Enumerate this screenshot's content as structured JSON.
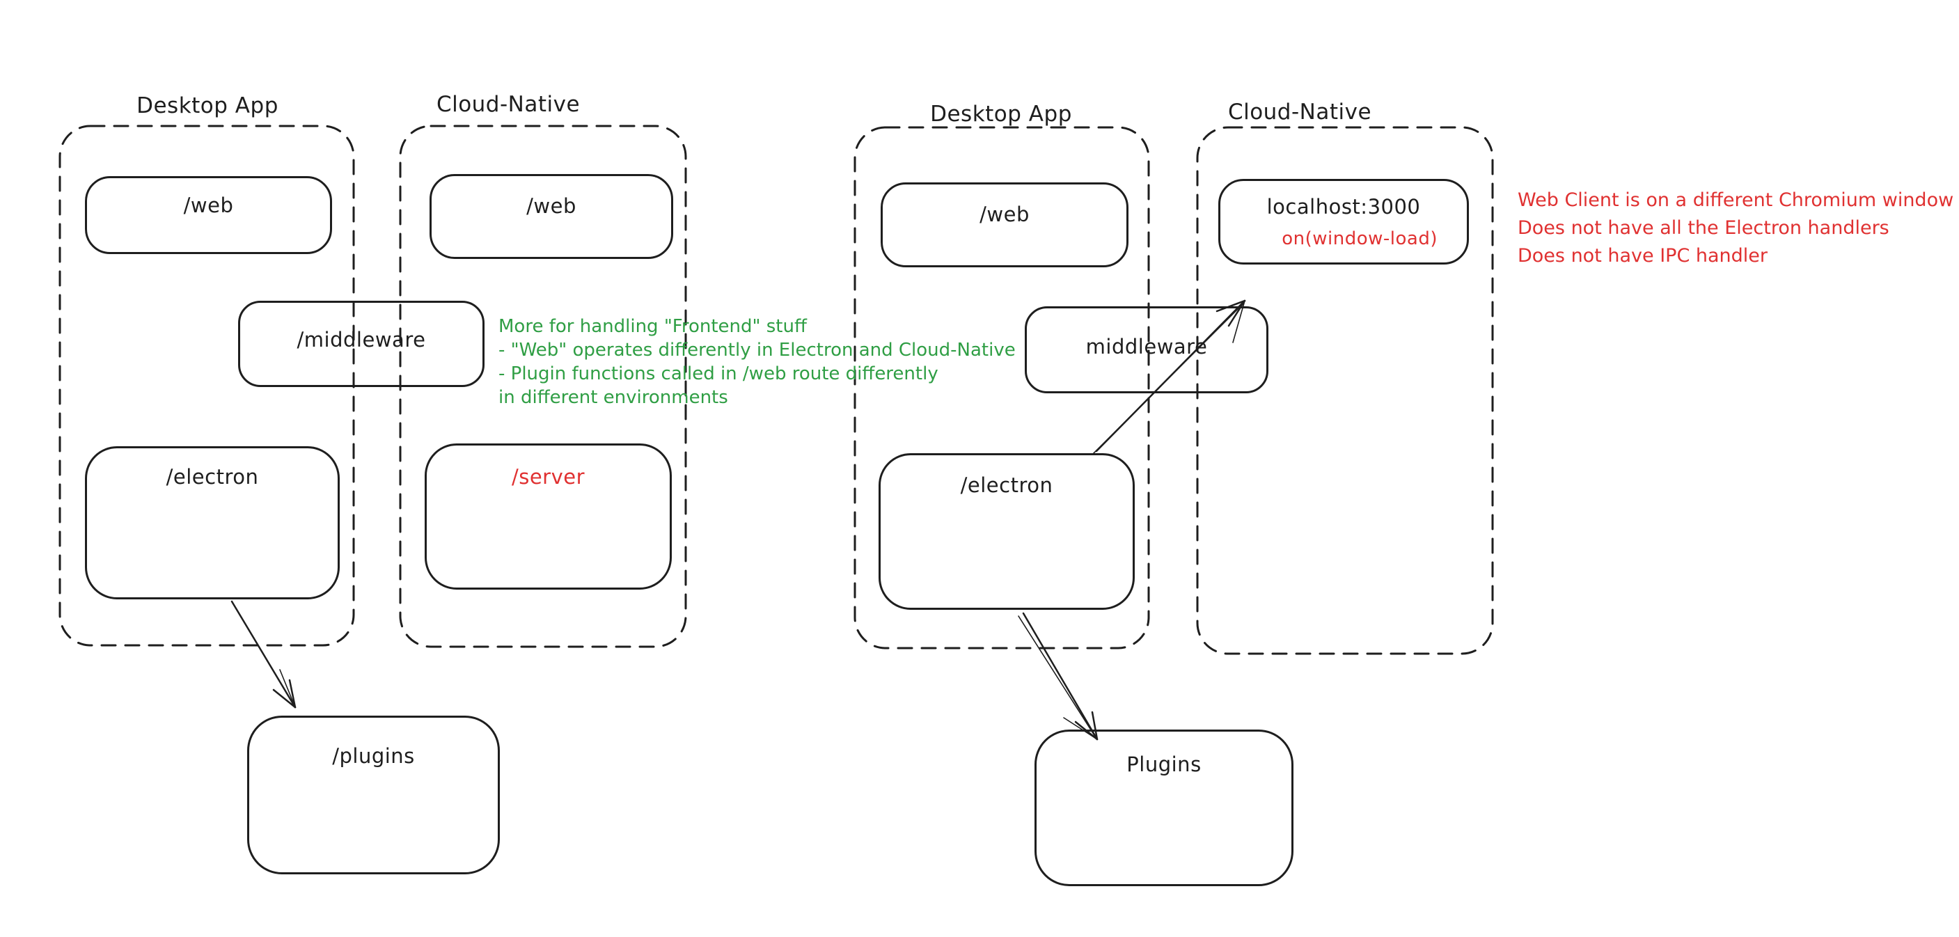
{
  "colors": {
    "ink": "#1e1e1e",
    "red": "#e03131",
    "green": "#2f9e44",
    "background": "#ffffff"
  },
  "left_diagram": {
    "desktop_group": {
      "label": "Desktop App",
      "web": "/web",
      "middleware": "/middleware",
      "electron": "/electron"
    },
    "cloud_group": {
      "label": "Cloud-Native",
      "web": "/web",
      "server": "/server"
    },
    "plugins": "/plugins"
  },
  "right_diagram": {
    "desktop_group": {
      "label": "Desktop App",
      "web": "/web",
      "middleware": "middleware",
      "electron": "/electron"
    },
    "cloud_group": {
      "label": "Cloud-Native",
      "localhost": "localhost:3000",
      "window_load": "on(window-load)"
    },
    "plugins": "Plugins"
  },
  "notes": {
    "green": {
      "line1": "More for handling \"Frontend\" stuff",
      "line2": "- \"Web\" operates differently in Electron and Cloud-Native",
      "line3": "- Plugin functions called in /web route differently",
      "line4": "in different environments"
    },
    "red": {
      "line1": "Web Client is on a different Chromium window",
      "line2": "Does not have all the Electron handlers",
      "line3": "Does not have IPC handler"
    }
  }
}
